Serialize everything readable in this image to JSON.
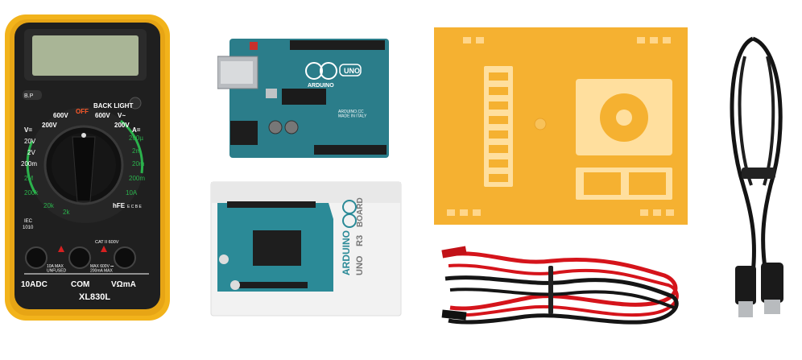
{
  "multimeter": {
    "top_button": "B.P",
    "back_light": "BACK LIGHT",
    "off": "OFF",
    "v600_left": "600V",
    "v600_right": "600V",
    "v200_left": "200V",
    "v200_right": "200V",
    "v_tilde": "V~",
    "v_dash": "V=",
    "a_dash": "A=",
    "left_ranges": [
      "20V",
      "2V",
      "200m",
      "2M",
      "200k",
      "20k",
      "2k"
    ],
    "right_ranges": [
      "200µ",
      "2m",
      "20m",
      "200m",
      "10A"
    ],
    "hfe": "hFE",
    "ece": "E C B E",
    "iec": "IEC",
    "iec_num": "1010",
    "cat": "CAT II 600V",
    "warn_left": "10A MAX\nUNFUSED",
    "warn_right": "MAX 600V ⎓\n200mA MAX",
    "jack_10a": "10ADC",
    "jack_com": "COM",
    "jack_vma": "VΩmA",
    "model": "XL830L"
  },
  "board": {
    "logo_text": "ARDUINO",
    "logo_uno": "UNO",
    "small_text": "ARDUINO.CC\nMADE IN ITALY"
  },
  "box": {
    "brand": "ARDUINO",
    "uno": "UNO",
    "r3": "R3",
    "board": "BOARD"
  },
  "colors": {
    "multimeter_yellow": "#f2b31b",
    "multimeter_body": "#1d1d1d",
    "lcd": "#a9b596",
    "arduino_teal": "#2b7d8a",
    "acrylic_orange": "#f5b131",
    "lead_red": "#d5141b",
    "lead_black": "#151515"
  }
}
